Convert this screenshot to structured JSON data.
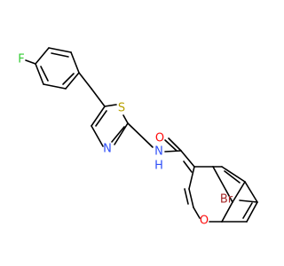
{
  "atoms": {
    "F": {
      "label": "F",
      "color": "#33cc33"
    },
    "S": {
      "label": "S",
      "color": "#b8a000"
    },
    "N": {
      "label": "N",
      "color": "#3050f8"
    },
    "NH": {
      "label": "N",
      "color": "#3050f8"
    },
    "H": {
      "label": "H",
      "color": "#3050f8"
    },
    "O1": {
      "label": "O",
      "color": "#ff0d0d"
    },
    "O2": {
      "label": "O",
      "color": "#ff0d0d"
    },
    "Br": {
      "label": "Br",
      "color": "#a62929"
    }
  },
  "colors": {
    "bond": "#000000",
    "background": "#ffffff"
  }
}
